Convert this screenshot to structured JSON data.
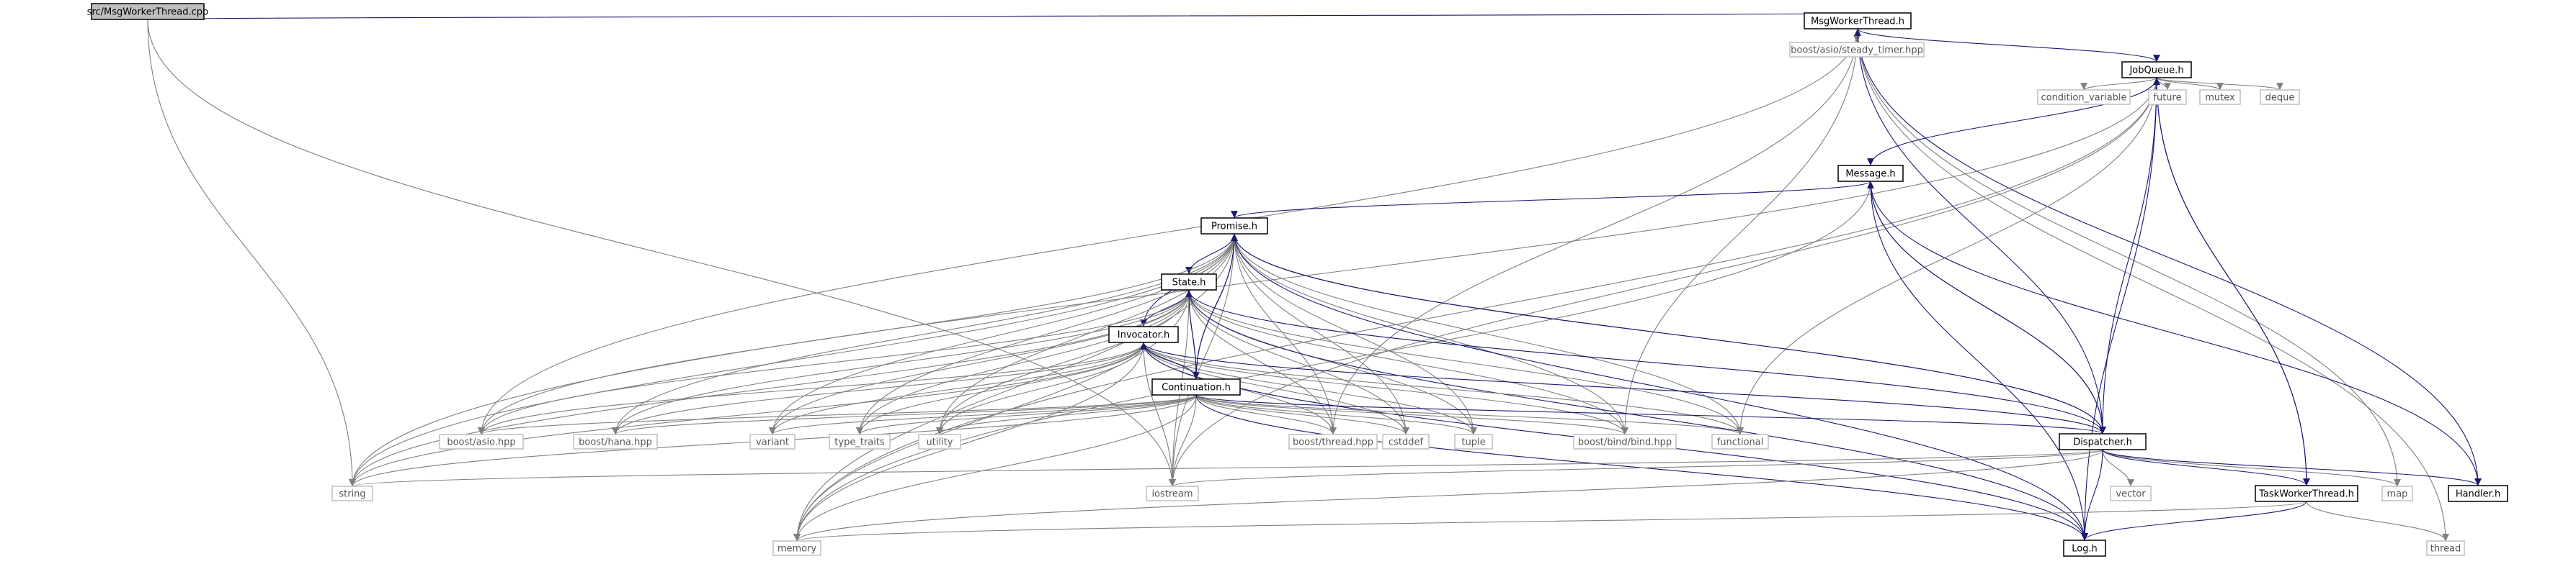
{
  "diagram": {
    "title": "",
    "colors": {
      "edge": "#191970",
      "edge_external": "#7f7f7f",
      "root_fill": "#bfbfbf",
      "node_border": "#000000",
      "external_border": "#bfbfbf"
    },
    "nodes": [
      {
        "id": "root",
        "label": "src/MsgWorkerThread.cpp",
        "kind": "root"
      },
      {
        "id": "msgwt",
        "label": "MsgWorkerThread.h",
        "kind": "internal"
      },
      {
        "id": "steady",
        "label": "boost/asio/steady_timer.hpp",
        "kind": "external"
      },
      {
        "id": "jobq",
        "label": "JobQueue.h",
        "kind": "internal"
      },
      {
        "id": "condvar",
        "label": "condition_variable",
        "kind": "external"
      },
      {
        "id": "future",
        "label": "future",
        "kind": "external"
      },
      {
        "id": "mutex",
        "label": "mutex",
        "kind": "external"
      },
      {
        "id": "deque",
        "label": "deque",
        "kind": "external"
      },
      {
        "id": "message",
        "label": "Message.h",
        "kind": "internal"
      },
      {
        "id": "promise",
        "label": "Promise.h",
        "kind": "internal"
      },
      {
        "id": "state",
        "label": "State.h",
        "kind": "internal"
      },
      {
        "id": "invocator",
        "label": "Invocator.h",
        "kind": "internal"
      },
      {
        "id": "continuation",
        "label": "Continuation.h",
        "kind": "internal"
      },
      {
        "id": "asio",
        "label": "boost/asio.hpp",
        "kind": "external"
      },
      {
        "id": "hana",
        "label": "boost/hana.hpp",
        "kind": "external"
      },
      {
        "id": "variant",
        "label": "variant",
        "kind": "external"
      },
      {
        "id": "typetraits",
        "label": "type_traits",
        "kind": "external"
      },
      {
        "id": "utility",
        "label": "utility",
        "kind": "external"
      },
      {
        "id": "thread_hpp",
        "label": "boost/thread.hpp",
        "kind": "external"
      },
      {
        "id": "cstddef",
        "label": "cstddef",
        "kind": "external"
      },
      {
        "id": "tuple",
        "label": "tuple",
        "kind": "external"
      },
      {
        "id": "bind",
        "label": "boost/bind/bind.hpp",
        "kind": "external"
      },
      {
        "id": "functional",
        "label": "functional",
        "kind": "external"
      },
      {
        "id": "dispatcher",
        "label": "Dispatcher.h",
        "kind": "internal"
      },
      {
        "id": "string",
        "label": "string",
        "kind": "external"
      },
      {
        "id": "iostream",
        "label": "iostream",
        "kind": "external"
      },
      {
        "id": "memory",
        "label": "memory",
        "kind": "external"
      },
      {
        "id": "vector",
        "label": "vector",
        "kind": "external"
      },
      {
        "id": "taskwt",
        "label": "TaskWorkerThread.h",
        "kind": "internal"
      },
      {
        "id": "map",
        "label": "map",
        "kind": "external"
      },
      {
        "id": "handler",
        "label": "Handler.h",
        "kind": "internal"
      },
      {
        "id": "log",
        "label": "Log.h",
        "kind": "internal"
      },
      {
        "id": "thread",
        "label": "thread",
        "kind": "external"
      }
    ],
    "edges": [
      [
        "root",
        "msgwt"
      ],
      [
        "root",
        "string"
      ],
      [
        "root",
        "iostream"
      ],
      [
        "msgwt",
        "steady"
      ],
      [
        "msgwt",
        "jobq"
      ],
      [
        "msgwt",
        "asio"
      ],
      [
        "msgwt",
        "thread_hpp"
      ],
      [
        "msgwt",
        "bind"
      ],
      [
        "msgwt",
        "handler"
      ],
      [
        "msgwt",
        "map"
      ],
      [
        "msgwt",
        "thread"
      ],
      [
        "jobq",
        "condvar"
      ],
      [
        "jobq",
        "future"
      ],
      [
        "jobq",
        "mutex"
      ],
      [
        "jobq",
        "deque"
      ],
      [
        "jobq",
        "message"
      ],
      [
        "jobq",
        "memory"
      ],
      [
        "jobq",
        "functional"
      ],
      [
        "jobq",
        "iostream"
      ],
      [
        "jobq",
        "string"
      ],
      [
        "jobq",
        "taskwt"
      ],
      [
        "jobq",
        "log"
      ],
      [
        "message",
        "promise"
      ],
      [
        "message",
        "log"
      ],
      [
        "message",
        "dispatcher"
      ],
      [
        "message",
        "memory"
      ],
      [
        "promise",
        "state"
      ],
      [
        "promise",
        "invocator"
      ],
      [
        "promise",
        "continuation"
      ],
      [
        "promise",
        "asio"
      ],
      [
        "promise",
        "hana"
      ],
      [
        "promise",
        "variant"
      ],
      [
        "promise",
        "typetraits"
      ],
      [
        "promise",
        "utility"
      ],
      [
        "promise",
        "thread_hpp"
      ],
      [
        "promise",
        "cstddef"
      ],
      [
        "promise",
        "tuple"
      ],
      [
        "promise",
        "bind"
      ],
      [
        "promise",
        "functional"
      ],
      [
        "promise",
        "dispatcher"
      ],
      [
        "promise",
        "string"
      ],
      [
        "promise",
        "iostream"
      ],
      [
        "promise",
        "memory"
      ],
      [
        "promise",
        "log"
      ],
      [
        "state",
        "invocator"
      ],
      [
        "state",
        "continuation"
      ],
      [
        "state",
        "asio"
      ],
      [
        "state",
        "hana"
      ],
      [
        "state",
        "variant"
      ],
      [
        "state",
        "typetraits"
      ],
      [
        "state",
        "utility"
      ],
      [
        "state",
        "thread_hpp"
      ],
      [
        "state",
        "cstddef"
      ],
      [
        "state",
        "tuple"
      ],
      [
        "state",
        "bind"
      ],
      [
        "state",
        "functional"
      ],
      [
        "state",
        "dispatcher"
      ],
      [
        "state",
        "string"
      ],
      [
        "state",
        "iostream"
      ],
      [
        "state",
        "memory"
      ],
      [
        "state",
        "log"
      ],
      [
        "invocator",
        "continuation"
      ],
      [
        "invocator",
        "asio"
      ],
      [
        "invocator",
        "hana"
      ],
      [
        "invocator",
        "variant"
      ],
      [
        "invocator",
        "typetraits"
      ],
      [
        "invocator",
        "utility"
      ],
      [
        "invocator",
        "thread_hpp"
      ],
      [
        "invocator",
        "cstddef"
      ],
      [
        "invocator",
        "tuple"
      ],
      [
        "invocator",
        "bind"
      ],
      [
        "invocator",
        "functional"
      ],
      [
        "invocator",
        "dispatcher"
      ],
      [
        "invocator",
        "string"
      ],
      [
        "invocator",
        "iostream"
      ],
      [
        "invocator",
        "memory"
      ],
      [
        "invocator",
        "log"
      ],
      [
        "continuation",
        "promise"
      ],
      [
        "continuation",
        "state"
      ],
      [
        "continuation",
        "invocator"
      ],
      [
        "continuation",
        "asio"
      ],
      [
        "continuation",
        "hana"
      ],
      [
        "continuation",
        "variant"
      ],
      [
        "continuation",
        "typetraits"
      ],
      [
        "continuation",
        "utility"
      ],
      [
        "continuation",
        "thread_hpp"
      ],
      [
        "continuation",
        "cstddef"
      ],
      [
        "continuation",
        "tuple"
      ],
      [
        "continuation",
        "bind"
      ],
      [
        "continuation",
        "functional"
      ],
      [
        "continuation",
        "dispatcher"
      ],
      [
        "continuation",
        "string"
      ],
      [
        "continuation",
        "iostream"
      ],
      [
        "continuation",
        "memory"
      ],
      [
        "continuation",
        "log"
      ],
      [
        "dispatcher",
        "jobq"
      ],
      [
        "dispatcher",
        "message"
      ],
      [
        "dispatcher",
        "promise"
      ],
      [
        "dispatcher",
        "msgwt"
      ],
      [
        "dispatcher",
        "vector"
      ],
      [
        "dispatcher",
        "taskwt"
      ],
      [
        "dispatcher",
        "map"
      ],
      [
        "dispatcher",
        "handler"
      ],
      [
        "dispatcher",
        "string"
      ],
      [
        "dispatcher",
        "iostream"
      ],
      [
        "dispatcher",
        "memory"
      ],
      [
        "dispatcher",
        "log"
      ],
      [
        "taskwt",
        "jobq"
      ],
      [
        "taskwt",
        "thread"
      ],
      [
        "taskwt",
        "memory"
      ],
      [
        "taskwt",
        "log"
      ],
      [
        "handler",
        "message"
      ]
    ]
  }
}
